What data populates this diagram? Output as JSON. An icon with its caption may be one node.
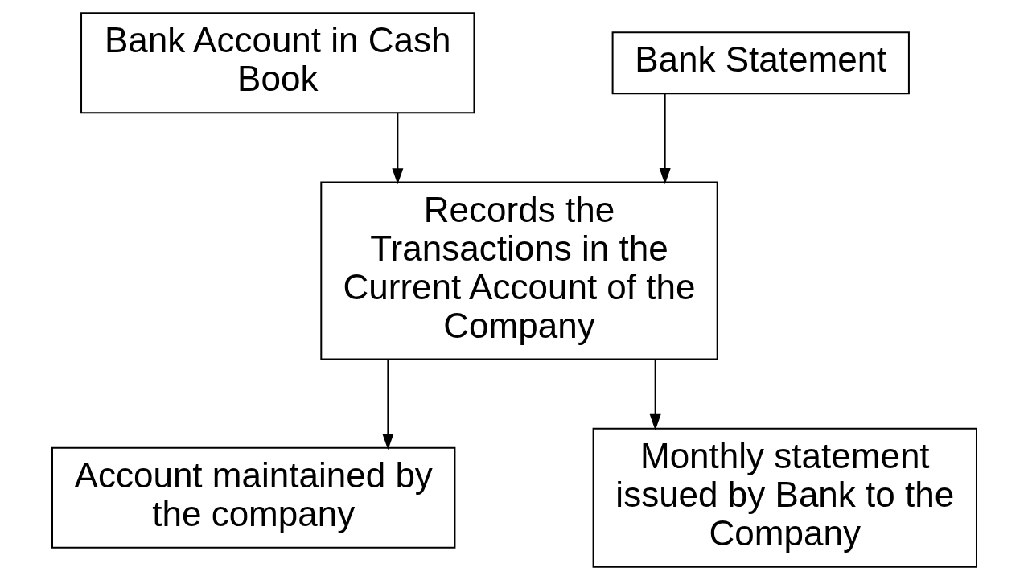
{
  "diagram": {
    "nodes": [
      {
        "text": [
          "Bank Account in Cash Book"
        ]
      },
      {
        "text": [
          "Bank Statement"
        ]
      },
      {
        "text": [
          "Records the Transactions in the Current Account of the Company"
        ]
      },
      {
        "text": [
          "Account maintained by the company"
        ]
      },
      {
        "text": [
          "Monthly statement issued by Bank to the Company"
        ]
      }
    ],
    "edges": [
      {
        "from": 0,
        "to": 2,
        "arrow": "to"
      },
      {
        "from": 1,
        "to": 2,
        "arrow": "to"
      },
      {
        "from": 2,
        "to": 3,
        "arrow": "to"
      },
      {
        "from": 2,
        "to": 4,
        "arrow": "to"
      }
    ]
  }
}
